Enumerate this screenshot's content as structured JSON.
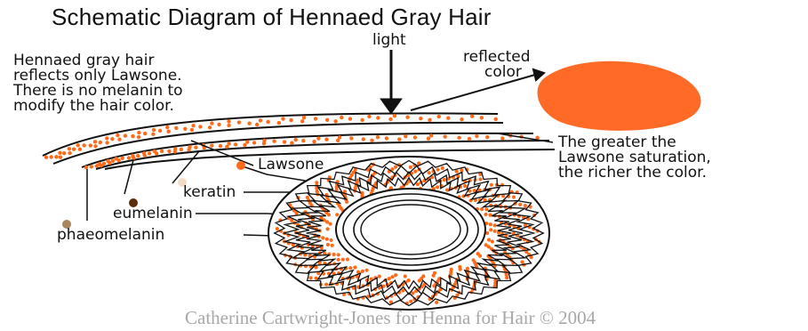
{
  "title": "Schematic Diagram of Hennaed Gray Hair",
  "labels": {
    "light": "light",
    "reflected_color": [
      "reflected",
      "color"
    ],
    "hennaed_note": [
      "Hennaed gray hair",
      "reflects only Lawsone.",
      "There is no melanin to",
      "modify the hair color."
    ],
    "saturation_note": [
      "The greater the",
      "Lawsone saturation,",
      "the richer the color."
    ],
    "lawsone": "Lawsone",
    "keratin": "keratin",
    "eumelanin": "eumelanin",
    "phaeomelanin": "phaeomelanin"
  },
  "credit": "Catherine Cartwright-Jones for Henna for Hair © 2004",
  "colors": {
    "lawsone": "#ff6a1a",
    "reflected_swatch": "#ff6a26",
    "keratin": "#f2dcc6",
    "eumelanin": "#5a2d0c",
    "phaeomelanin": "#a9865c",
    "ink": "#111111",
    "credit_text": "#a8a8a8"
  }
}
